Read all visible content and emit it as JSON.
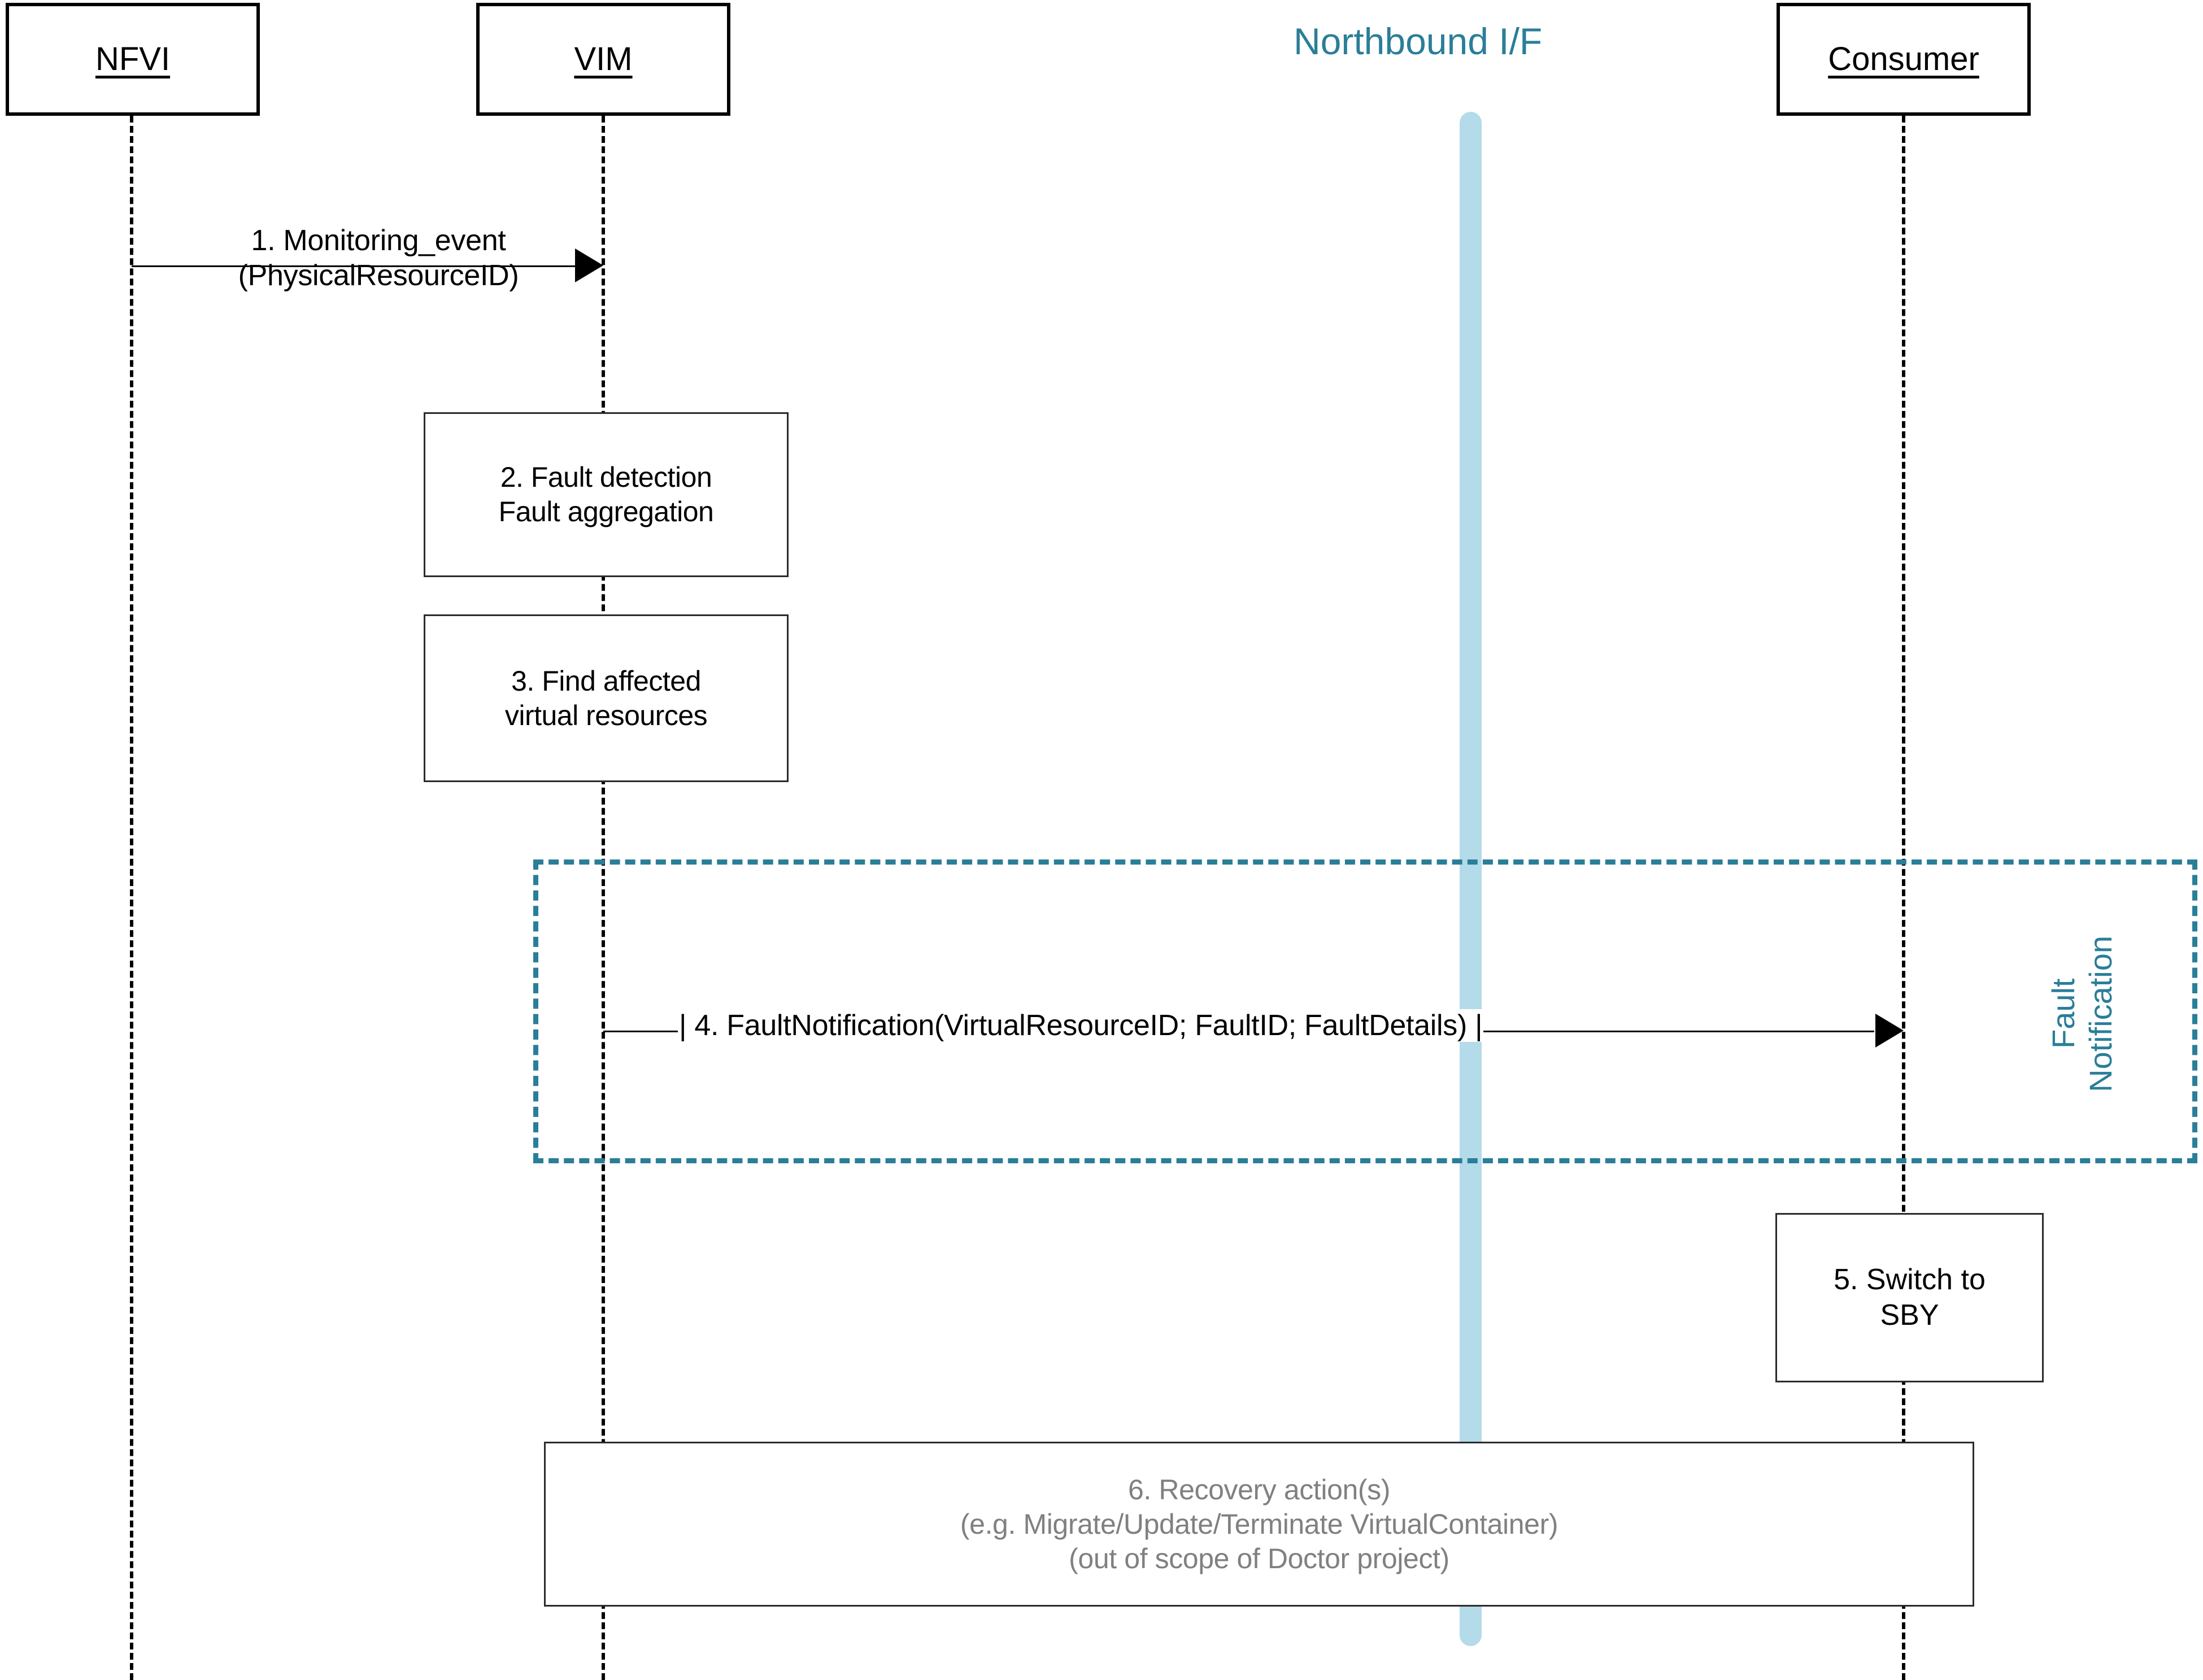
{
  "diagram": {
    "title": "Fault management sequence (Doctor project)",
    "colors": {
      "accent_teal": "#2a7e98",
      "lifeline_bar_light_blue": "#b3dbe9",
      "box_stroke": "#2b2b2b",
      "muted_text": "#808080",
      "text": "#000000"
    }
  },
  "lifelines": [
    {
      "id": "nfvi",
      "label": "NFVI"
    },
    {
      "id": "vim",
      "label": "VIM"
    },
    {
      "id": "northbound",
      "label": "Northbound I/F"
    },
    {
      "id": "consumer",
      "label": "Consumer"
    }
  ],
  "messages": {
    "m1": {
      "line1": "1. Monitoring_event",
      "line2": "(PhysicalResourceID)",
      "from": "NFVI",
      "to": "VIM"
    },
    "m4": {
      "text": "| 4. FaultNotification(VirtualResourceID; FaultID; FaultDetails) |",
      "from": "VIM",
      "to": "Consumer"
    }
  },
  "actions": {
    "a2": {
      "line1": "2. Fault detection",
      "line2": "Fault aggregation"
    },
    "a3": {
      "line1": "3. Find affected",
      "line2": "virtual resources"
    },
    "a5": {
      "line1": "5. Switch to",
      "line2": "SBY"
    },
    "a6": {
      "line1": "6. Recovery action(s)",
      "line2": "(e.g. Migrate/Update/Terminate VirtualContainer)",
      "line3": "(out of scope of Doctor project)"
    }
  },
  "fragment": {
    "label_line1": "Fault",
    "label_line2": "Notification"
  }
}
